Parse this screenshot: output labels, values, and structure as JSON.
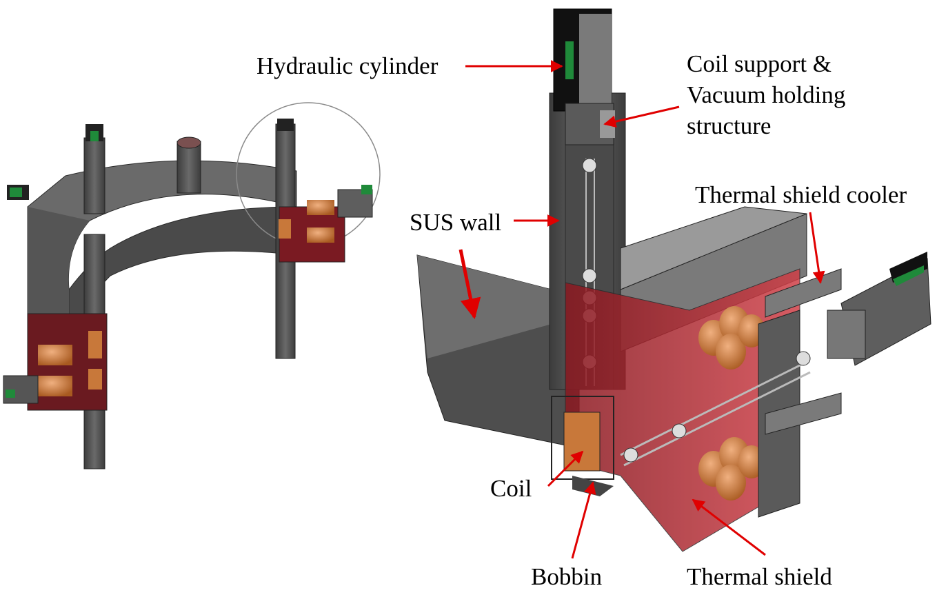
{
  "labels": {
    "hydraulic_cylinder": "Hydraulic cylinder",
    "coil_support_line1": "Coil support &",
    "coil_support_line2": "Vacuum holding",
    "coil_support_line3": "structure",
    "thermal_shield_cooler": "Thermal shield cooler",
    "sus_wall": "SUS wall",
    "coil": "Coil",
    "bobbin": "Bobbin",
    "thermal_shield": "Thermal shield"
  },
  "colors": {
    "arrow": "#e00000",
    "steel_dark": "#3a3a3a",
    "steel_mid": "#5e5e5e",
    "steel_light": "#8a8a8a",
    "shield_red": "#b0202a",
    "copper": "#c8783a",
    "cylinder_green": "#1f8a3a"
  }
}
